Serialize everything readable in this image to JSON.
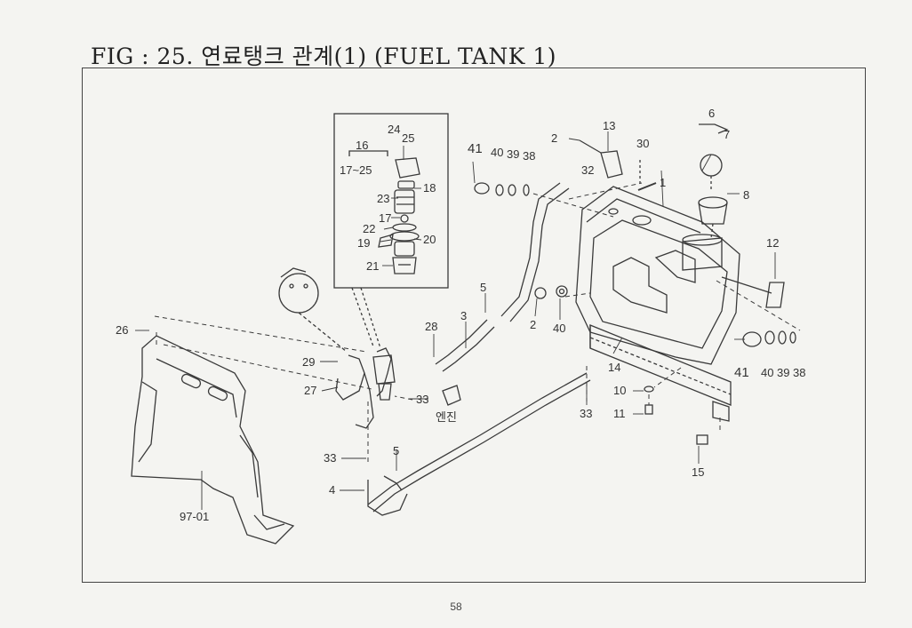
{
  "title": "FIG : 25. 연료탱크 관계(1) (FUEL TANK 1)",
  "page_number": "58",
  "part_labels": {
    "p1": "1",
    "p2a": "2",
    "p2b": "2",
    "p3": "3",
    "p4": "4",
    "p5a": "5",
    "p5b": "5",
    "p6": "6",
    "p7": "7",
    "p8": "8",
    "p10": "10",
    "p11": "11",
    "p12": "12",
    "p13": "13",
    "p14": "14",
    "p15": "15",
    "p16": "16",
    "p17range": "17~25",
    "p17": "17",
    "p18": "18",
    "p19": "19",
    "p20": "20",
    "p21": "21",
    "p22": "22",
    "p23": "23",
    "p24": "24",
    "p25": "25",
    "p26": "26",
    "p27": "27",
    "p28": "28",
    "p29": "29",
    "p30": "30",
    "p32": "32",
    "p33a": "33",
    "p33b": "33",
    "p33c": "33",
    "p38a": "38",
    "p38b": "38",
    "p39a": "39",
    "p39b": "39",
    "p40a": "40",
    "p40b": "40",
    "p40c": "40",
    "p41a": "41",
    "p41b": "41",
    "p97": "97-01",
    "engine": "엔진"
  }
}
